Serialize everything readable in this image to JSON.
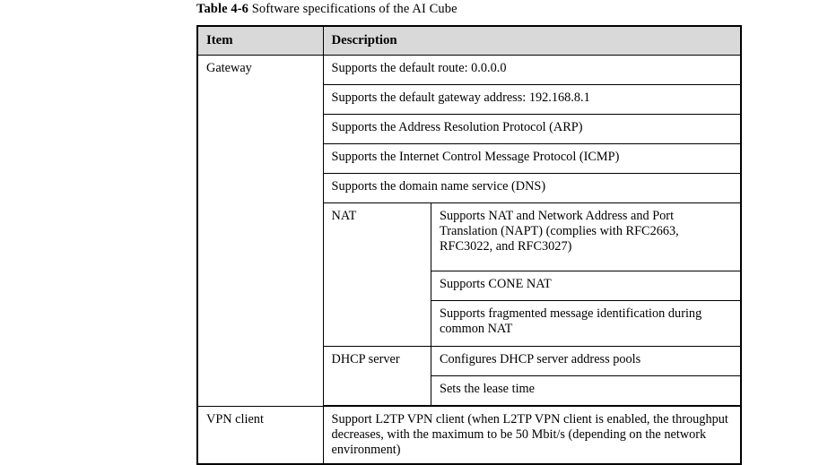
{
  "caption": {
    "number": "Table 4-6",
    "text": " Software specifications of the AI Cube"
  },
  "table": {
    "headers": {
      "item": "Item",
      "description": "Description"
    },
    "header_bg": "#d9d9d9",
    "border_color": "#000000",
    "rows": [
      {
        "item": "Gateway",
        "simple_descriptions": [
          "Supports the default route: 0.0.0.0",
          "Supports the default gateway address: 192.168.8.1",
          "Supports the Address Resolution Protocol (ARP)",
          "Supports the Internet Control Message Protocol (ICMP)",
          "Supports the domain name service (DNS)"
        ],
        "sub_groups": [
          {
            "label": "NAT",
            "items": [
              "Supports NAT and Network Address and Port Translation (NAPT) (complies with RFC2663, RFC3022, and RFC3027)",
              "Supports CONE NAT",
              "Supports fragmented message identification during common NAT"
            ]
          },
          {
            "label": "DHCP server",
            "items": [
              "Configures DHCP server address pools",
              "Sets the lease time"
            ]
          }
        ]
      },
      {
        "item": "VPN client",
        "simple_descriptions": [
          "Support L2TP VPN client (when L2TP VPN client is enabled, the throughput decreases, with the maximum to be 50 Mbit/s (depending on the network environment)"
        ],
        "sub_groups": []
      }
    ]
  }
}
